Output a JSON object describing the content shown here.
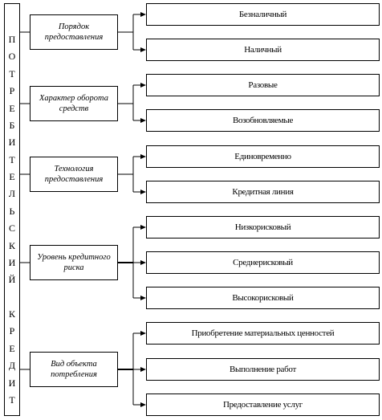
{
  "title_letters": [
    "П",
    "О",
    "Т",
    "Р",
    "Е",
    "Б",
    "И",
    "Т",
    "Е",
    "Л",
    "Ь",
    "С",
    "К",
    "И",
    "Й",
    " ",
    "К",
    "Р",
    "Е",
    "Д",
    "И",
    "Т"
  ],
  "groups": [
    {
      "category": "Порядок предоставления",
      "items": [
        "Безналичный",
        "Наличный"
      ]
    },
    {
      "category": "Характер оборота средств",
      "items": [
        "Разовые",
        "Возобновляемые"
      ]
    },
    {
      "category": "Технология предоставления",
      "items": [
        "Единовременно",
        "Кредитная линия"
      ]
    },
    {
      "category": "Уровень кредитного риска",
      "items": [
        "Низкорисковый",
        "Среднерисковый",
        "Высокорисковый"
      ]
    },
    {
      "category": "Вид объекта потребления",
      "items": [
        "Приобретение материальных ценностей",
        "Выполнение работ",
        "Предоставление услуг"
      ]
    }
  ]
}
